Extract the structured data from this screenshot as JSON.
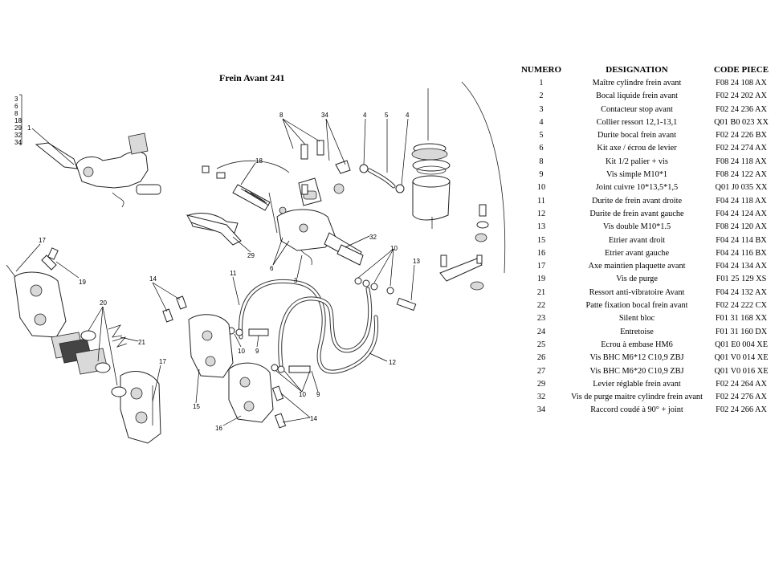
{
  "diagram": {
    "title": "Frein Avant 241",
    "left_stack_labels": [
      "3",
      "6",
      "8",
      "18",
      "29",
      "32",
      "34"
    ],
    "callouts": [
      {
        "label": "1"
      },
      {
        "label": "8"
      },
      {
        "label": "34"
      },
      {
        "label": "4"
      },
      {
        "label": "5"
      },
      {
        "label": "4"
      },
      {
        "label": "18"
      },
      {
        "label": "29"
      },
      {
        "label": "6"
      },
      {
        "label": "3"
      },
      {
        "label": "32"
      },
      {
        "label": "10"
      },
      {
        "label": "13"
      },
      {
        "label": "17"
      },
      {
        "label": "19"
      },
      {
        "label": "20"
      },
      {
        "label": "21"
      },
      {
        "label": "17"
      },
      {
        "label": "14"
      },
      {
        "label": "15"
      },
      {
        "label": "11"
      },
      {
        "label": "10"
      },
      {
        "label": "9"
      },
      {
        "label": "16"
      },
      {
        "label": "10"
      },
      {
        "label": "9"
      },
      {
        "label": "14"
      },
      {
        "label": "12"
      }
    ]
  },
  "table": {
    "headers": {
      "numero": "NUMERO",
      "designation": "DESIGNATION",
      "code": "CODE PIECE"
    },
    "rows": [
      {
        "num": "1",
        "designation": "Maître cylindre frein avant",
        "code": "F08 24 108 AX"
      },
      {
        "num": "2",
        "designation": "Bocal liquide frein avant",
        "code": "F02 24 202 AX"
      },
      {
        "num": "3",
        "designation": "Contacteur stop avant",
        "code": "F02 24 236 AX"
      },
      {
        "num": "4",
        "designation": "Collier ressort 12,1-13,1",
        "code": "Q01 B0 023 XX"
      },
      {
        "num": "5",
        "designation": "Durite bocal frein avant",
        "code": "F02 24 226 BX"
      },
      {
        "num": "6",
        "designation": "Kit axe / écrou de levier",
        "code": "F02 24 274 AX"
      },
      {
        "num": "8",
        "designation": "Kit 1/2 palier + vis",
        "code": "F08 24 118 AX"
      },
      {
        "num": "9",
        "designation": "Vis simple M10*1",
        "code": "F08 24 122 AX"
      },
      {
        "num": "10",
        "designation": "Joint cuivre 10*13,5*1,5",
        "code": "Q01 J0 035 XX"
      },
      {
        "num": "11",
        "designation": "Durite de frein avant droite",
        "code": "F04 24 118 AX"
      },
      {
        "num": "12",
        "designation": "Durite de frein avant gauche",
        "code": "F04 24 124 AX"
      },
      {
        "num": "13",
        "designation": "Vis double M10*1.5",
        "code": "F08 24 120 AX"
      },
      {
        "num": "15",
        "designation": "Etrier avant droit",
        "code": "F04 24 114 BX"
      },
      {
        "num": "16",
        "designation": "Etrier avant gauche",
        "code": "F04 24 116 BX"
      },
      {
        "num": "17",
        "designation": "Axe maintien plaquette avant",
        "code": "F04 24 134 AX"
      },
      {
        "num": "19",
        "designation": "Vis de purge",
        "code": "F01 25 129 XS"
      },
      {
        "num": "21",
        "designation": "Ressort anti-vibratoire Avant",
        "code": "F04 24 132 AX"
      },
      {
        "num": "22",
        "designation": "Patte fixation bocal frein avant",
        "code": "F02 24 222 CX"
      },
      {
        "num": "23",
        "designation": "Silent bloc",
        "code": "F01 31 168 XX"
      },
      {
        "num": "24",
        "designation": "Entretoise",
        "code": "F01 31 160 DX"
      },
      {
        "num": "25",
        "designation": "Ecrou à embase HM6",
        "code": "Q01 E0 004 XE"
      },
      {
        "num": "26",
        "designation": "Vis BHC M6*12 C10,9 ZBJ",
        "code": "Q01 V0 014 XE"
      },
      {
        "num": "27",
        "designation": "Vis BHC M6*20 C10,9 ZBJ",
        "code": "Q01 V0 016 XE"
      },
      {
        "num": "29",
        "designation": "Levier réglable frein avant",
        "code": "F02 24 264 AX"
      },
      {
        "num": "32",
        "designation": "Vis de purge maitre cylindre frein avant",
        "code": "F02 24 276 AX"
      },
      {
        "num": "34",
        "designation": "Raccord coudé à 90° + joint",
        "code": "F02 24 266 AX"
      }
    ]
  }
}
